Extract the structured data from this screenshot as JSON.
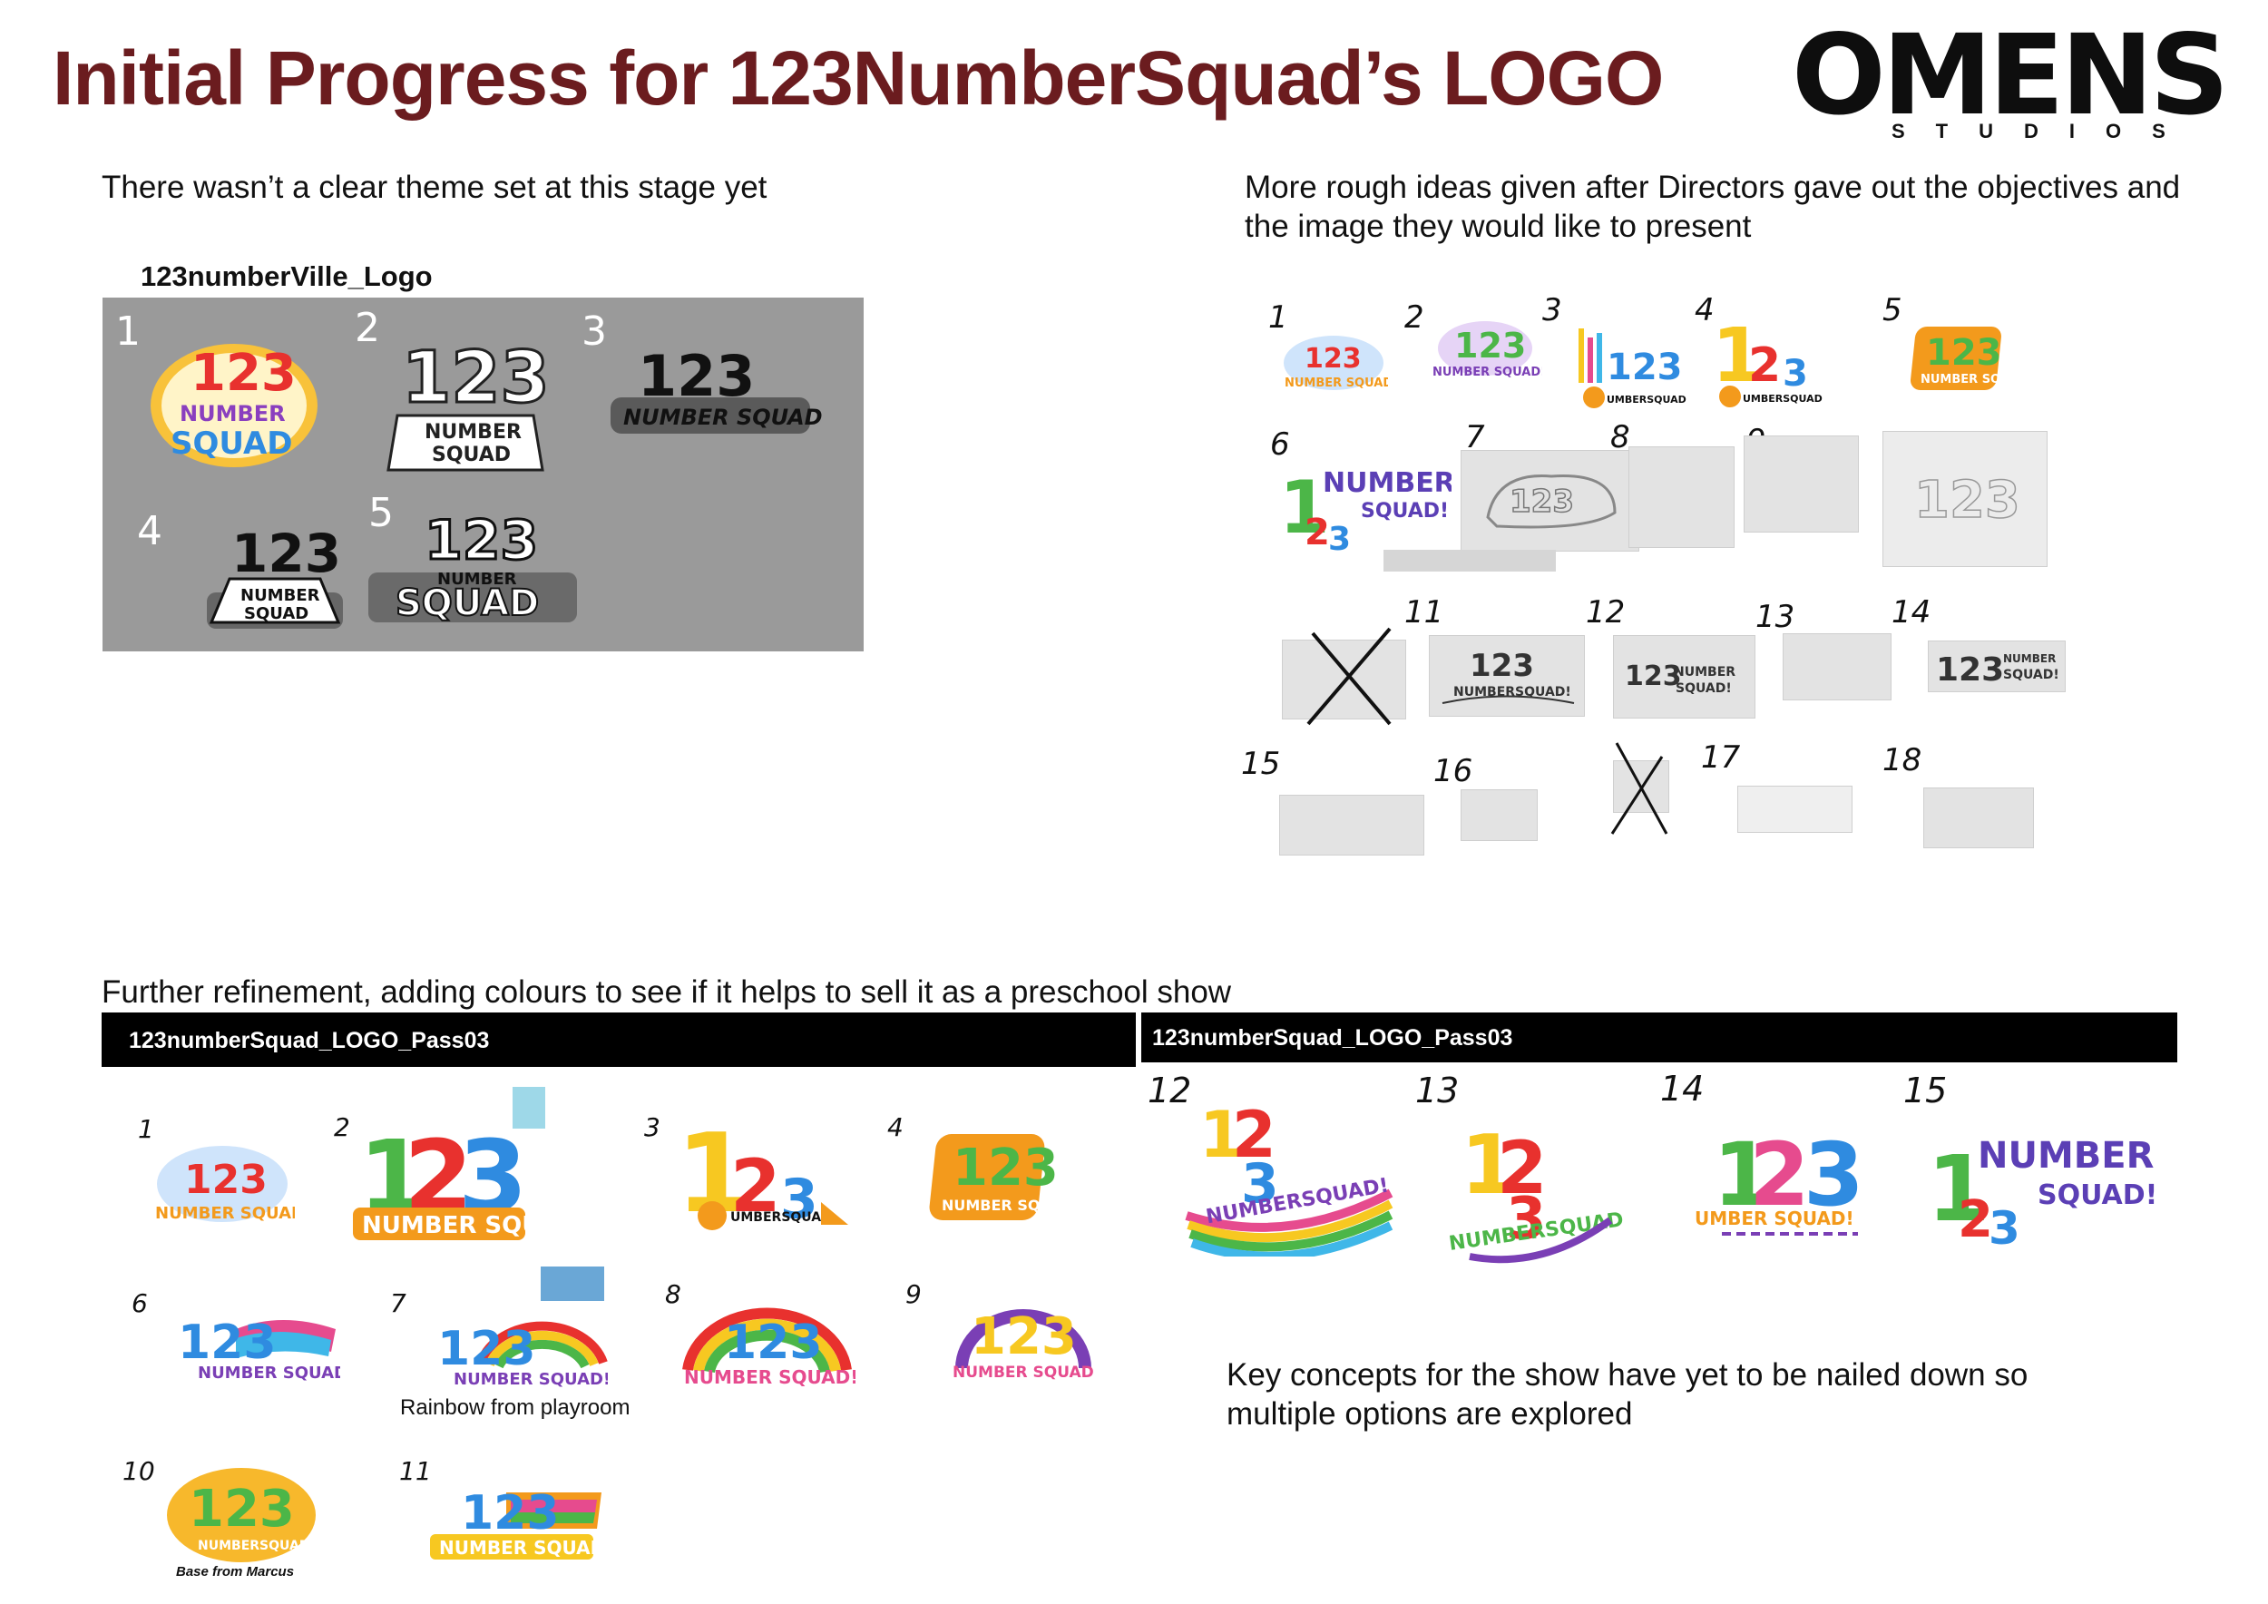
{
  "title": "Initial Progress for 123NumberSquad’s LOGO",
  "studio": {
    "name": "OMENS",
    "sub": "STUDIOS"
  },
  "sections": {
    "left_top_heading": "There wasn’t a clear theme set at this stage yet",
    "left_top_label": "123numberVille_Logo",
    "right_top_heading_line1": "More rough ideas given after Directors gave out the objectives and",
    "right_top_heading_line2": "the image they would like to present",
    "bottom_heading": "Further refinement, adding colours to see if it helps to sell it as a preschool show",
    "bar_left": "123numberSquad_LOGO_Pass03",
    "bar_right": "123numberSquad_LOGO_Pass03",
    "caption_rainbow": "Rainbow from playroom",
    "caption_base": "Base from Marcus",
    "note_line1": "Key concepts for the show have yet to be nailed down so",
    "note_line2": "multiple options are explored"
  },
  "logo_text": {
    "digits": "123",
    "number": "NUMBER",
    "squad": "SQUAD",
    "number_squad": "NUMBER SQUAD",
    "number_squad_bang": "NUMBER SQUAD!",
    "numbersquad_bang": "NUMBERSQUAD!",
    "squad_bang": "SQUAD!",
    "umber_squad": "UMBER SQUAD!",
    "umbersquad": "UMBERSQUAD",
    "number_squad_excl": "NUMBER SQUAD!",
    "numbersquad_cap": "NUMBERSQUAD!"
  },
  "numbers": {
    "n1": "1",
    "n2": "2",
    "n3": "3",
    "n4": "4",
    "n5": "5",
    "n6": "6",
    "n7": "7",
    "n8": "8",
    "n9": "9",
    "n10": "10",
    "n11": "11",
    "n12": "12",
    "n13": "13",
    "n14": "14",
    "n15": "15",
    "n16": "16",
    "n17": "17",
    "n18": "18"
  },
  "colors": {
    "title": "#6b1c1f",
    "red": "#e8312e",
    "orange": "#f39a1c",
    "yellow": "#f7c821",
    "green": "#4cb648",
    "blue": "#2f8be0",
    "purple": "#7a3fb5",
    "pink": "#e64b8e",
    "cyan": "#3fb7e8"
  }
}
